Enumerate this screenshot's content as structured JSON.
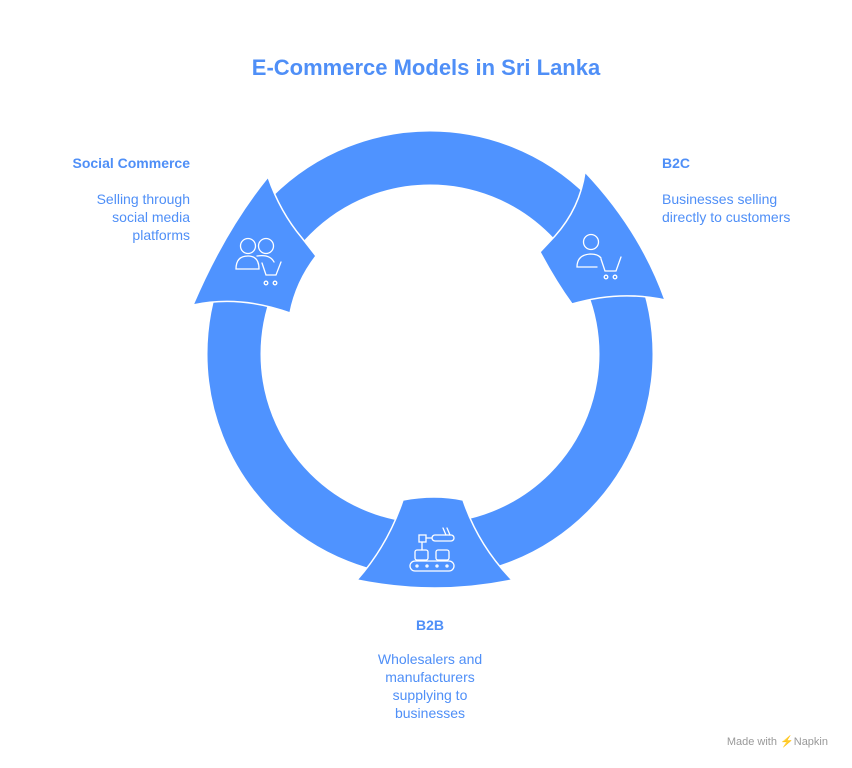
{
  "title": "E-Commerce Models in Sri Lanka",
  "colors": {
    "accent": "#4F93FF",
    "text": "#4F8FF7"
  },
  "items": [
    {
      "label": "Social Commerce",
      "description": "Selling through social media platforms",
      "icon": "users-cart-icon"
    },
    {
      "label": "B2C",
      "description": "Businesses selling directly to customers",
      "icon": "user-cart-icon"
    },
    {
      "label": "B2B",
      "description": "Wholesalers and manufacturers supplying to businesses",
      "icon": "conveyor-robot-icon"
    }
  ],
  "footer": {
    "made_with": "Made with",
    "brand": "Napkin"
  }
}
